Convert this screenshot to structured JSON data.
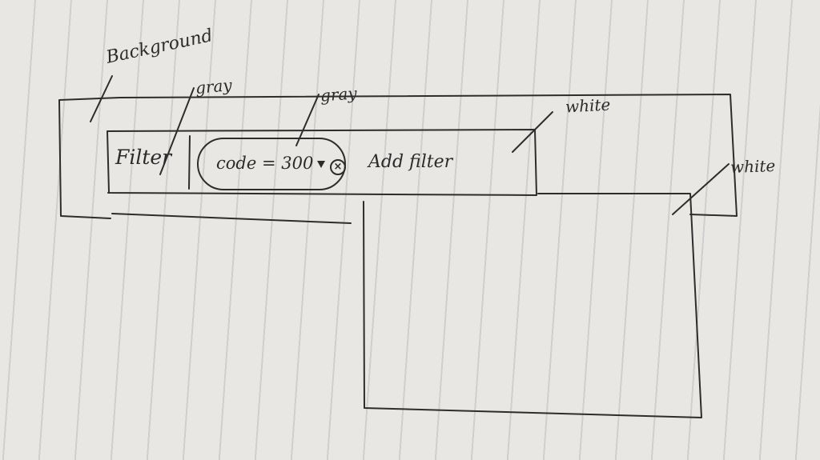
{
  "annotations": {
    "background": "Background",
    "gray_filter_label": "gray",
    "gray_chip": "gray",
    "white_filter_bar": "white",
    "white_dropdown": "white"
  },
  "filter_bar": {
    "label": "Filter",
    "chip": {
      "text": "code = 300",
      "caret_icon": "caret-down-icon",
      "remove_icon": "close-circle-icon",
      "remove_glyph": "×"
    },
    "add_filter_label": "Add filter"
  }
}
